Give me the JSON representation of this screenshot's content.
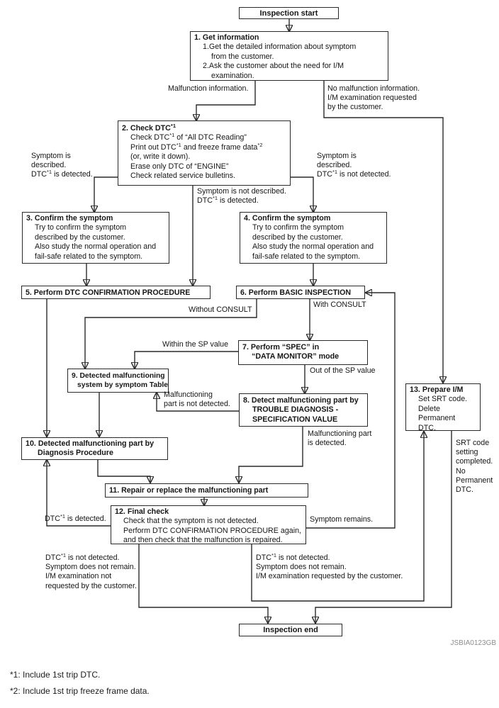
{
  "figure_id": "JSBIA0123GB",
  "footnotes": [
    [
      "*1: Include 1st trip DTC."
    ],
    [
      "*2: Include 1st trip freeze frame data."
    ]
  ],
  "nodes": {
    "start": {
      "label": "Inspection start"
    },
    "n1": {
      "title": [
        "1. Get information"
      ],
      "lines": [
        [
          "1.Get the detailed information about symptom"
        ],
        [
          "from the customer."
        ],
        [
          "2.Ask the customer about the need for I/M"
        ],
        [
          "examination."
        ]
      ]
    },
    "n2": {
      "title": [
        "2. Check DTC",
        {
          "t": "*1",
          "sup": true
        }
      ],
      "lines": [
        [
          "Check DTC",
          {
            "t": "*1",
            "sup": true
          },
          " of “All DTC Reading”"
        ],
        [
          "Print out DTC",
          {
            "t": "*1",
            "sup": true
          },
          " and freeze frame data",
          {
            "t": "*2",
            "sup": true
          }
        ],
        [
          "(or, write it down)."
        ],
        [
          "Erase only DTC of “ENGINE”"
        ],
        [
          "Check related service bulletins."
        ]
      ]
    },
    "n3": {
      "title": [
        "3. Confirm the symptom"
      ],
      "lines": [
        [
          "Try to confirm the symptom"
        ],
        [
          "described by the customer."
        ],
        [
          "Also study the normal operation and"
        ],
        [
          "fail-safe related to the symptom."
        ]
      ]
    },
    "n4": {
      "title": [
        "4. Confirm the symptom"
      ],
      "lines": [
        [
          "Try to confirm the symptom"
        ],
        [
          "described by the customer."
        ],
        [
          "Also study the normal operation and"
        ],
        [
          "fail-safe related to the symptom."
        ]
      ]
    },
    "n5": {
      "title": [
        "5. Perform DTC CONFIRMATION PROCEDURE"
      ]
    },
    "n6": {
      "title": [
        "6. Perform BASIC INSPECTION"
      ]
    },
    "n7": {
      "title": [
        "7. Perform “SPEC” in"
      ],
      "title2": [
        "“DATA MONITOR” mode"
      ]
    },
    "n8": {
      "title": [
        "8. Detect malfunctioning part by"
      ],
      "title2": [
        "TROUBLE DIAGNOSIS -"
      ],
      "title3": [
        "SPECIFICATION VALUE"
      ]
    },
    "n9": {
      "title": [
        "9. Detected malfunctioning"
      ],
      "title2": [
        "system by symptom Table"
      ]
    },
    "n10": {
      "title": [
        "10. Detected malfunctioning part by"
      ],
      "title2": [
        "Diagnosis Procedure"
      ]
    },
    "n11": {
      "title": [
        "11. Repair or replace the malfunctioning part"
      ]
    },
    "n12": {
      "title": [
        "12. Final check"
      ],
      "lines": [
        [
          "Check that the symptom is not detected."
        ],
        [
          "Perform DTC CONFIRMATION PROCEDURE again,"
        ],
        [
          "and then check that the malfunction is repaired."
        ]
      ]
    },
    "n13": {
      "title": [
        "13. Prepare I/M"
      ],
      "lines": [
        [
          "Set SRT code."
        ],
        [
          "Delete"
        ],
        [
          "Permanent"
        ],
        [
          "DTC."
        ]
      ]
    },
    "end": {
      "label": "Inspection end"
    }
  },
  "edge_labels": {
    "malfunction": [
      [
        "Malfunction information."
      ]
    ],
    "no_malfunction": [
      [
        "No malfunction information."
      ],
      [
        "I/M examination requested"
      ],
      [
        "by the customer."
      ]
    ],
    "sym_desc_dtc": [
      [
        "Symptom is"
      ],
      [
        "described."
      ],
      [
        "DTC",
        {
          "t": "*1",
          "sup": true
        },
        " is detected."
      ]
    ],
    "sym_desc_no_dtc": [
      [
        "Symptom is"
      ],
      [
        "described."
      ],
      [
        "DTC",
        {
          "t": "*1",
          "sup": true
        },
        " is not detected."
      ]
    ],
    "sym_not_desc_dtc": [
      [
        "Symptom is not described."
      ],
      [
        "DTC",
        {
          "t": "*1",
          "sup": true
        },
        " is detected."
      ]
    ],
    "without_consult": [
      [
        "Without CONSULT"
      ]
    ],
    "with_consult": [
      [
        "With CONSULT"
      ]
    ],
    "within_sp": [
      [
        "Within the SP value"
      ]
    ],
    "out_sp": [
      [
        "Out of the SP value"
      ]
    ],
    "part_not_detected": [
      [
        "Malfunctioning"
      ],
      [
        "part is not detected."
      ]
    ],
    "part_detected": [
      [
        "Malfunctioning part"
      ],
      [
        "is detected."
      ]
    ],
    "srt_code": [
      [
        "SRT code"
      ],
      [
        "setting"
      ],
      [
        "completed."
      ],
      [
        "No"
      ],
      [
        "Permanent"
      ],
      [
        "DTC."
      ]
    ],
    "dtc_detected": [
      [
        "DTC",
        {
          "t": "*1",
          "sup": true
        },
        " is detected."
      ]
    ],
    "symptom_remains": [
      [
        "Symptom remains."
      ]
    ],
    "end_left": [
      [
        "DTC",
        {
          "t": "*1",
          "sup": true
        },
        " is not detected."
      ],
      [
        "Symptom does not remain."
      ],
      [
        "I/M examination not"
      ],
      [
        "requested by the customer."
      ]
    ],
    "end_right": [
      [
        "DTC",
        {
          "t": "*1",
          "sup": true
        },
        " is not detected."
      ],
      [
        "Symptom does not remain."
      ],
      [
        "I/M examination requested by the customer."
      ]
    ]
  }
}
